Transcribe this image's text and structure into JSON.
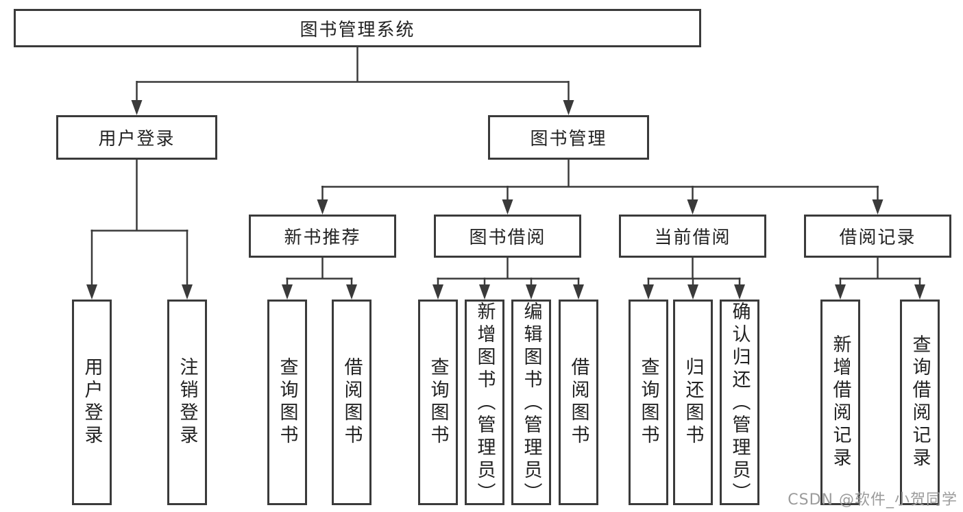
{
  "tree": {
    "root": {
      "label": "图书管理系统",
      "children": [
        {
          "label": "用户登录",
          "children": [
            {
              "label": "用户登录"
            },
            {
              "label": "注销登录"
            }
          ]
        },
        {
          "label": "图书管理",
          "children": [
            {
              "label": "新书推荐",
              "children": [
                {
                  "label": "查询图书"
                },
                {
                  "label": "借阅图书"
                }
              ]
            },
            {
              "label": "图书借阅",
              "children": [
                {
                  "label": "查询图书"
                },
                {
                  "label": "新增图书（管理员）"
                },
                {
                  "label": "编辑图书（管理员）"
                },
                {
                  "label": "借阅图书"
                }
              ]
            },
            {
              "label": "当前借阅",
              "children": [
                {
                  "label": "查询图书"
                },
                {
                  "label": "归还图书"
                },
                {
                  "label": "确认归还（管理员）"
                }
              ]
            },
            {
              "label": "借阅记录",
              "children": [
                {
                  "label": "新增借阅记录"
                },
                {
                  "label": "查询借阅记录"
                }
              ]
            }
          ]
        }
      ]
    }
  },
  "watermark": {
    "text": "CSDN @软件_小贺同学"
  },
  "colors": {
    "line": "#3a3a3a",
    "text": "#222222",
    "watermark": "#9b9b9b",
    "background": "#ffffff"
  }
}
